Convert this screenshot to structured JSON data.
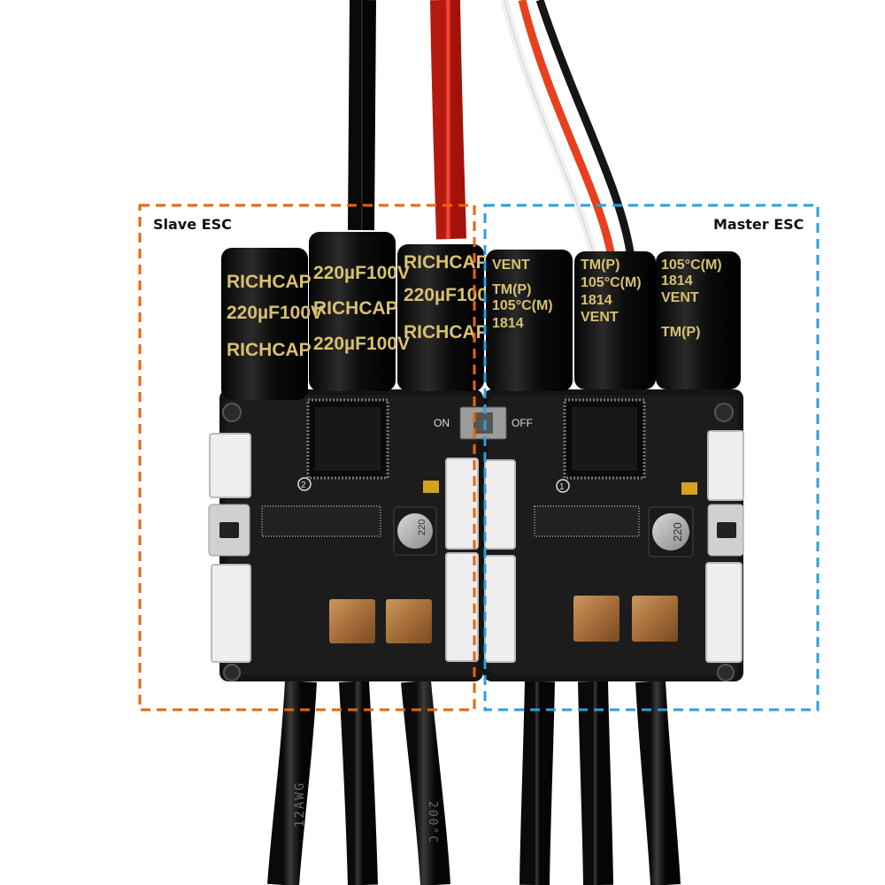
{
  "annotations": {
    "slave_label": "Slave ESC",
    "master_label": "Master ESC",
    "slave_color": "#e8640c",
    "master_color": "#2a9fe0"
  },
  "capacitors": {
    "slave_lines": [
      "RICHCAP",
      "220µF100V",
      "RICHCAP"
    ],
    "master_lines": [
      "TM(P)",
      "105°C(M)",
      "1814",
      "VENT"
    ]
  },
  "board": {
    "switch_off": "OFF",
    "switch_on": "ON",
    "slave_number": "2",
    "master_number": "1",
    "inductor_value": "220"
  },
  "cables": {
    "gauge_print": "12AWG",
    "temp_print": "200°C"
  }
}
